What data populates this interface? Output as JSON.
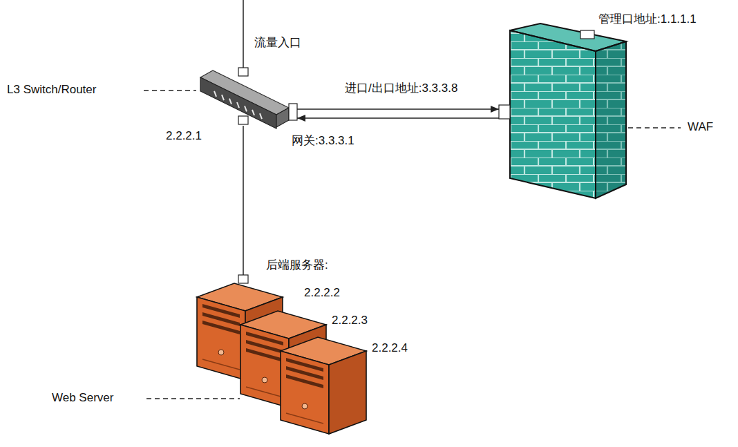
{
  "diagram": {
    "nodes": [
      {
        "text": [
          "L3 Switch/Router",
          "2.2.2.1"
        ]
      },
      {
        "text": [
          "WAF",
          "管理口地址:1.1.1.1"
        ]
      },
      {
        "text": [
          "后端服务器:",
          "Web Server"
        ]
      },
      {
        "text": [
          "2.2.2.2"
        ],
        "in": 2
      },
      {
        "text": [
          "2.2.2.3"
        ],
        "in": 2
      },
      {
        "text": [
          "2.2.2.4"
        ],
        "in": 2
      }
    ],
    "edges": [
      {
        "from": 0,
        "to": 1,
        "arrow": "to",
        "label": "进口/出口地址:3.3.3.8"
      },
      {
        "from": 1,
        "to": 0,
        "arrow": "to",
        "label": "网关:3.3.3.1"
      },
      {
        "from": 0,
        "to": 2,
        "arrow": "none"
      }
    ],
    "labels": [
      "流量入口"
    ]
  }
}
